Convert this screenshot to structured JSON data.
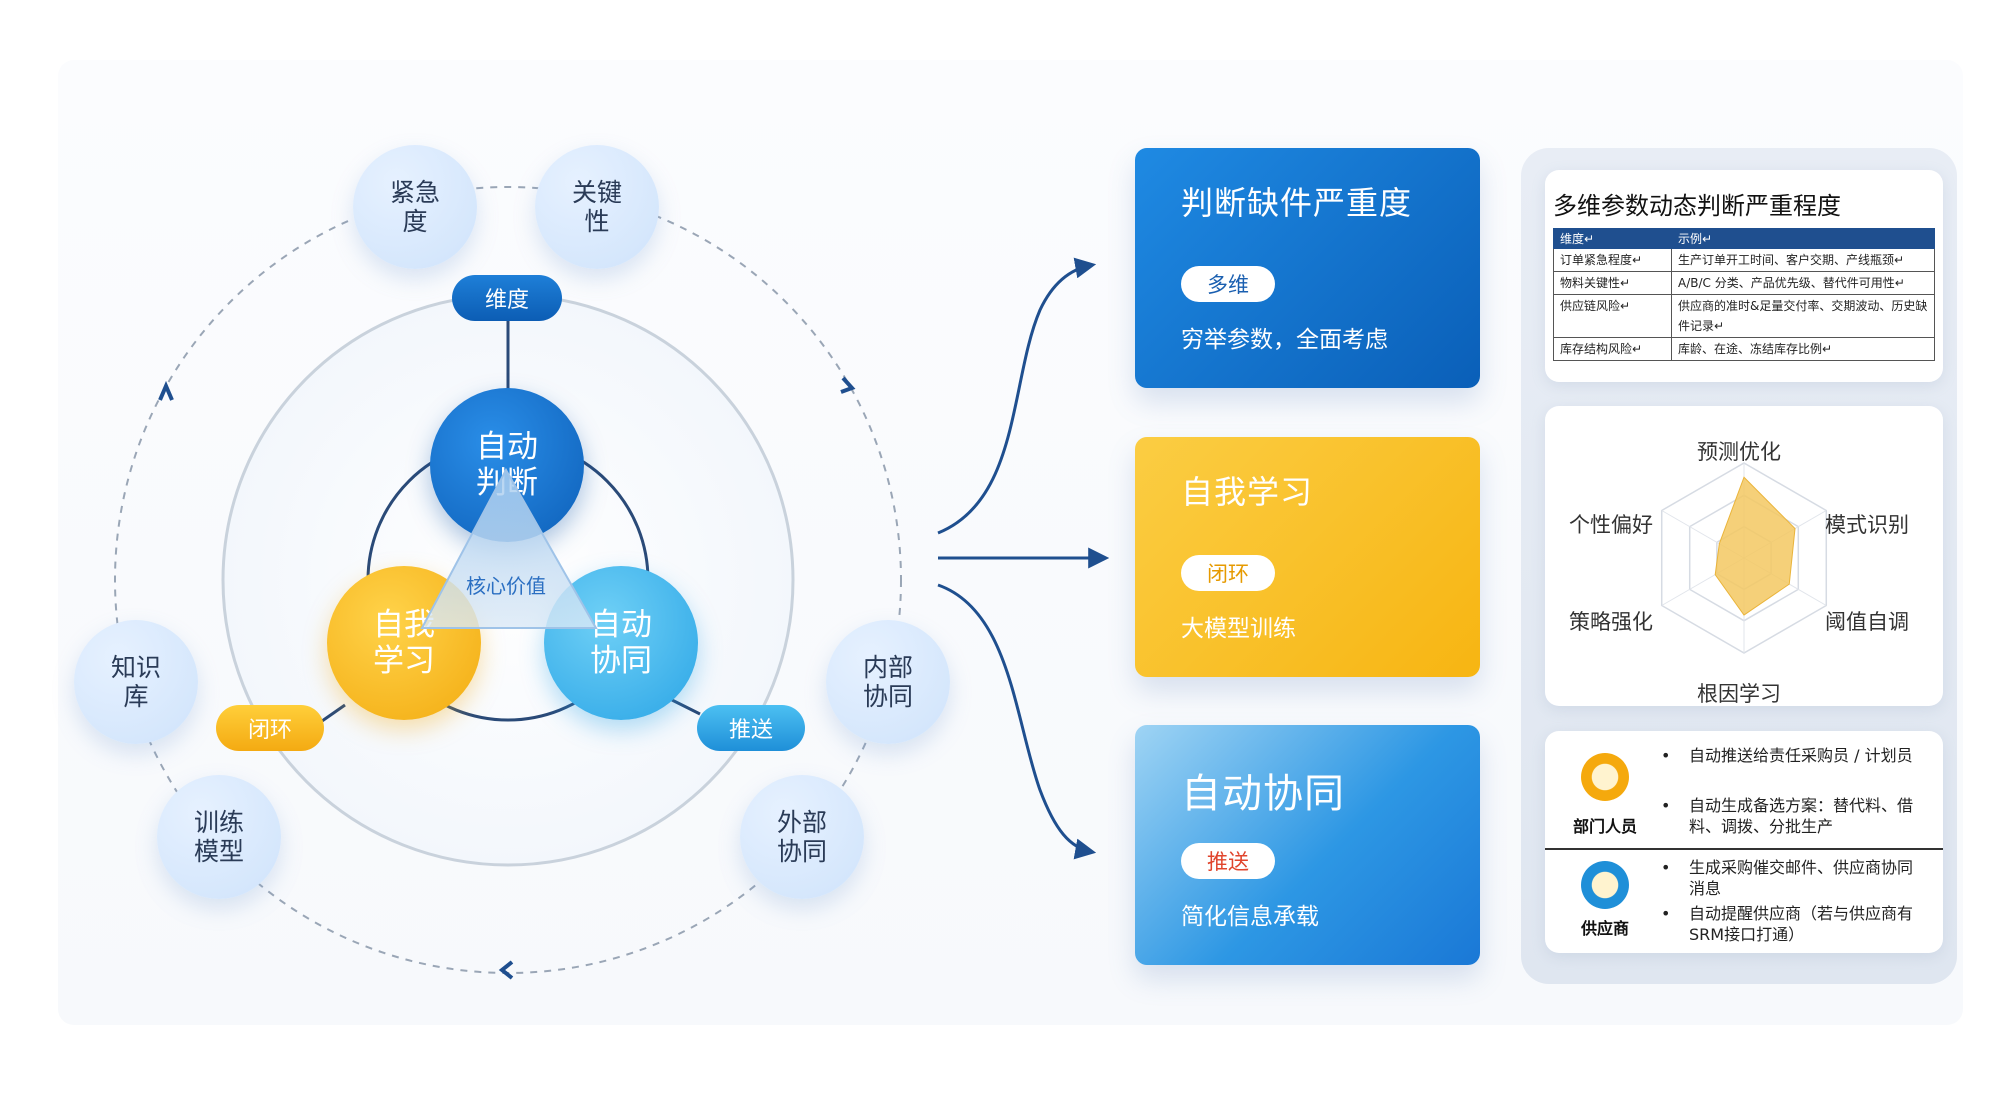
{
  "diagram": {
    "bubbles": {
      "urgency": "紧急\n度",
      "criticality": "关键\n性",
      "knowledge": "知识\n库",
      "internal": "内部\n协同",
      "training": "训练\n模型",
      "external": "外部\n协同"
    },
    "pills": {
      "dimension": "维度",
      "closed_loop": "闭环",
      "push": "推送"
    },
    "core": {
      "judge": "自动\n判断",
      "learn": "自我\n学习",
      "collab": "自动\n协同",
      "center": "核心价值"
    }
  },
  "cards": [
    {
      "title": "判断缺件严重度",
      "tag": "多维",
      "desc": "穷举参数，全面考虑"
    },
    {
      "title": "自我学习",
      "tag": "闭环",
      "desc": "大模型训练"
    },
    {
      "title": "自动协同",
      "tag": "推送",
      "desc": "简化信息承载"
    }
  ],
  "dimension_box": {
    "title": "多维参数动态判断严重程度",
    "headers": [
      "维度↵",
      "示例↵"
    ],
    "rows": [
      [
        "订单紧急程度↵",
        "生产订单开工时间、客户交期、产线瓶颈↵"
      ],
      [
        "物料关键性↵",
        "A/B/C 分类、产品优先级、替代件可用性↵"
      ],
      [
        "供应链风险↵",
        "供应商的准时&足量交付率、交期波动、历史缺件记录↵"
      ],
      [
        "库存结构风险↵",
        "库龄、在途、冻结库存比例↵"
      ]
    ]
  },
  "radar": {
    "labels": [
      "预测优化",
      "模式识别",
      "阈值自调",
      "根因学习",
      "策略强化",
      "个性偏好"
    ],
    "values": [
      0.85,
      0.62,
      0.55,
      0.6,
      0.35,
      0.3
    ]
  },
  "roles": {
    "staff": {
      "name": "部门人员",
      "items": [
        "自动推送给责任采购员 / 计划员",
        "自动生成备选方案：替代料、借料、调拨、分批生产"
      ]
    },
    "supplier": {
      "name": "供应商",
      "items": [
        "生成采购催交邮件、供应商协同消息",
        "自动提醒供应商（若与供应商有SRM接口打通）"
      ]
    }
  },
  "colors": {
    "blue": "#1a78d6",
    "yellow": "#f9bd1d",
    "cyan": "#3bb1ea"
  }
}
